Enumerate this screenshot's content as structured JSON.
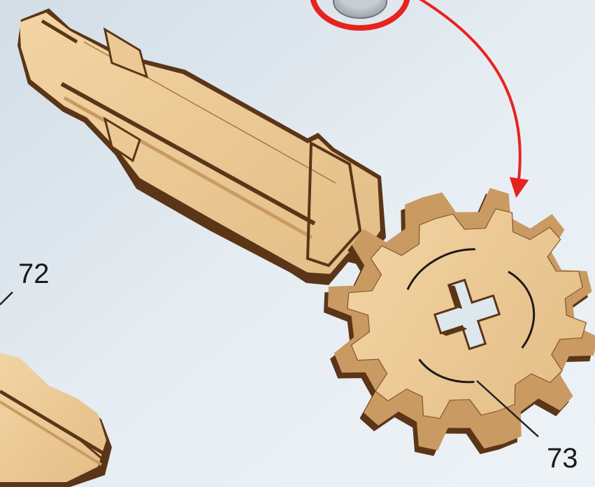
{
  "diagram": {
    "part_labels": [
      "72",
      "73"
    ],
    "colors": {
      "background": "#dde7ee",
      "wood_face": "#ecc994",
      "wood_edge_dark": "#5a3517",
      "wood_edge_mid": "#c99a62",
      "highlight": "#e8231f",
      "leader": "#222222"
    },
    "parts": [
      "axle-72",
      "gear-73",
      "axle-end-72",
      "fastener-circle"
    ]
  }
}
